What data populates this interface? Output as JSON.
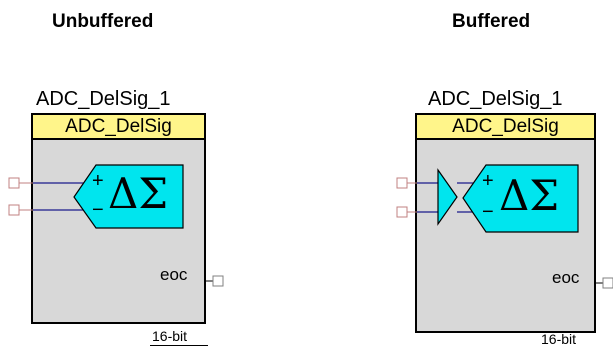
{
  "headings": {
    "left": "Unbuffered",
    "right": "Buffered"
  },
  "blocks": [
    {
      "variant": "unbuffered",
      "instance_name": "ADC_DelSig_1",
      "component_type": "ADC_DelSig",
      "symbol": "ΔΣ",
      "plus_sign": "+",
      "minus_sign": "−",
      "output_pin": "eoc",
      "resolution": "16-bit"
    },
    {
      "variant": "buffered",
      "instance_name": "ADC_DelSig_1",
      "component_type": "ADC_DelSig",
      "symbol": "ΔΣ",
      "plus_sign": "+",
      "minus_sign": "−",
      "output_pin": "eoc",
      "resolution": "16-bit"
    }
  ],
  "colors": {
    "header_fill": "#fff58a",
    "body_fill": "#d8d8d8",
    "modulator_fill": "#00e5ee",
    "wire": "#1a1a8c",
    "terminal": "#c08080"
  }
}
